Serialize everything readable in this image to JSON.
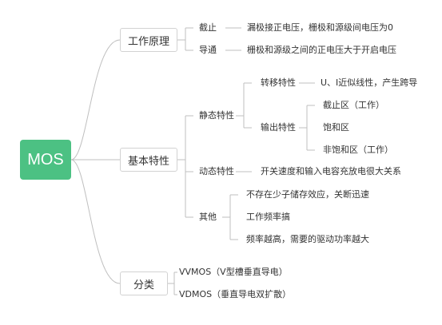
{
  "root": "MOS",
  "working_principle": {
    "label": "工作原理",
    "cutoff_label": "截止",
    "cutoff_desc": "漏极接正电压，栅极和源级间电压为0",
    "conduct_label": "导通",
    "conduct_desc": "栅极和源级之间的正电压大于开启电压"
  },
  "basic_characteristics": {
    "label": "基本特性",
    "static": {
      "label": "静态特性",
      "transfer_label": "转移特性",
      "transfer_desc": "U、I近似线性，产生跨导",
      "output_label": "输出特性",
      "output_regions": [
        "截止区（工作）",
        "饱和区",
        "非饱和区（工作）"
      ]
    },
    "dynamic": {
      "label": "动态特性",
      "desc": "开关速度和输入电容充放电很大关系"
    },
    "other": {
      "label": "其他",
      "items": [
        "不存在少子储存效应，关断迅速",
        "工作频率搞",
        "频率越高，需要的驱动功率越大"
      ]
    }
  },
  "classification": {
    "label": "分类",
    "items": [
      "VVMOS（V型槽垂直导电）",
      "VDMOS（垂直导电双扩散）"
    ]
  },
  "colors": {
    "root_fill": "#4cc183",
    "line": "#bfbfbf",
    "box_border": "#d2d2d2"
  }
}
